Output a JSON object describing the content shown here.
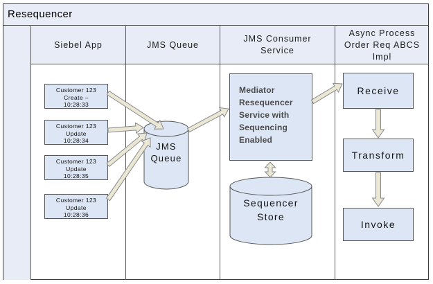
{
  "title": "Resequencer",
  "lanes": [
    {
      "label": "Siebel App"
    },
    {
      "label": "JMS Queue"
    },
    {
      "label": "JMS Consumer Service"
    },
    {
      "label": "Async Process Order Req ABCS Impl"
    }
  ],
  "siebel_events": [
    {
      "line1": "Customer 123",
      "line2": "Create –",
      "line3": "10:28:33"
    },
    {
      "line1": "Customer 123",
      "line2": "Update",
      "line3": "10:28:34"
    },
    {
      "line1": "Customer 123",
      "line2": "Update",
      "line3": "10:28:35"
    },
    {
      "line1": "Customer 123",
      "line2": "Update",
      "line3": "10:28:36"
    }
  ],
  "nodes": {
    "jms_queue": "JMS Queue",
    "mediator": "Mediator Resequencer Service with Sequencing Enabled",
    "sequencer_store": "Sequencer Store",
    "receive": "Receive",
    "transform": "Transform",
    "invoke": "Invoke"
  },
  "connections": [
    {
      "from": "customer-create-10-28-33",
      "to": "jms-queue",
      "style": "single"
    },
    {
      "from": "customer-update-10-28-34",
      "to": "jms-queue",
      "style": "single"
    },
    {
      "from": "customer-update-10-28-35",
      "to": "jms-queue",
      "style": "single"
    },
    {
      "from": "customer-update-10-28-36",
      "to": "jms-queue",
      "style": "single"
    },
    {
      "from": "jms-queue",
      "to": "mediator-resequencer",
      "style": "single"
    },
    {
      "from": "mediator-resequencer",
      "to": "receive",
      "style": "single"
    },
    {
      "from": "receive",
      "to": "transform",
      "style": "single"
    },
    {
      "from": "transform",
      "to": "invoke",
      "style": "single"
    },
    {
      "from": "mediator-resequencer",
      "to": "sequencer-store",
      "style": "double"
    }
  ],
  "colors": {
    "band": "#e8ecf7",
    "node_fill": "#dde6f4",
    "border": "#565656",
    "arrow_fill": "#eae7d5",
    "arrow_stroke": "#8a8a8a"
  }
}
